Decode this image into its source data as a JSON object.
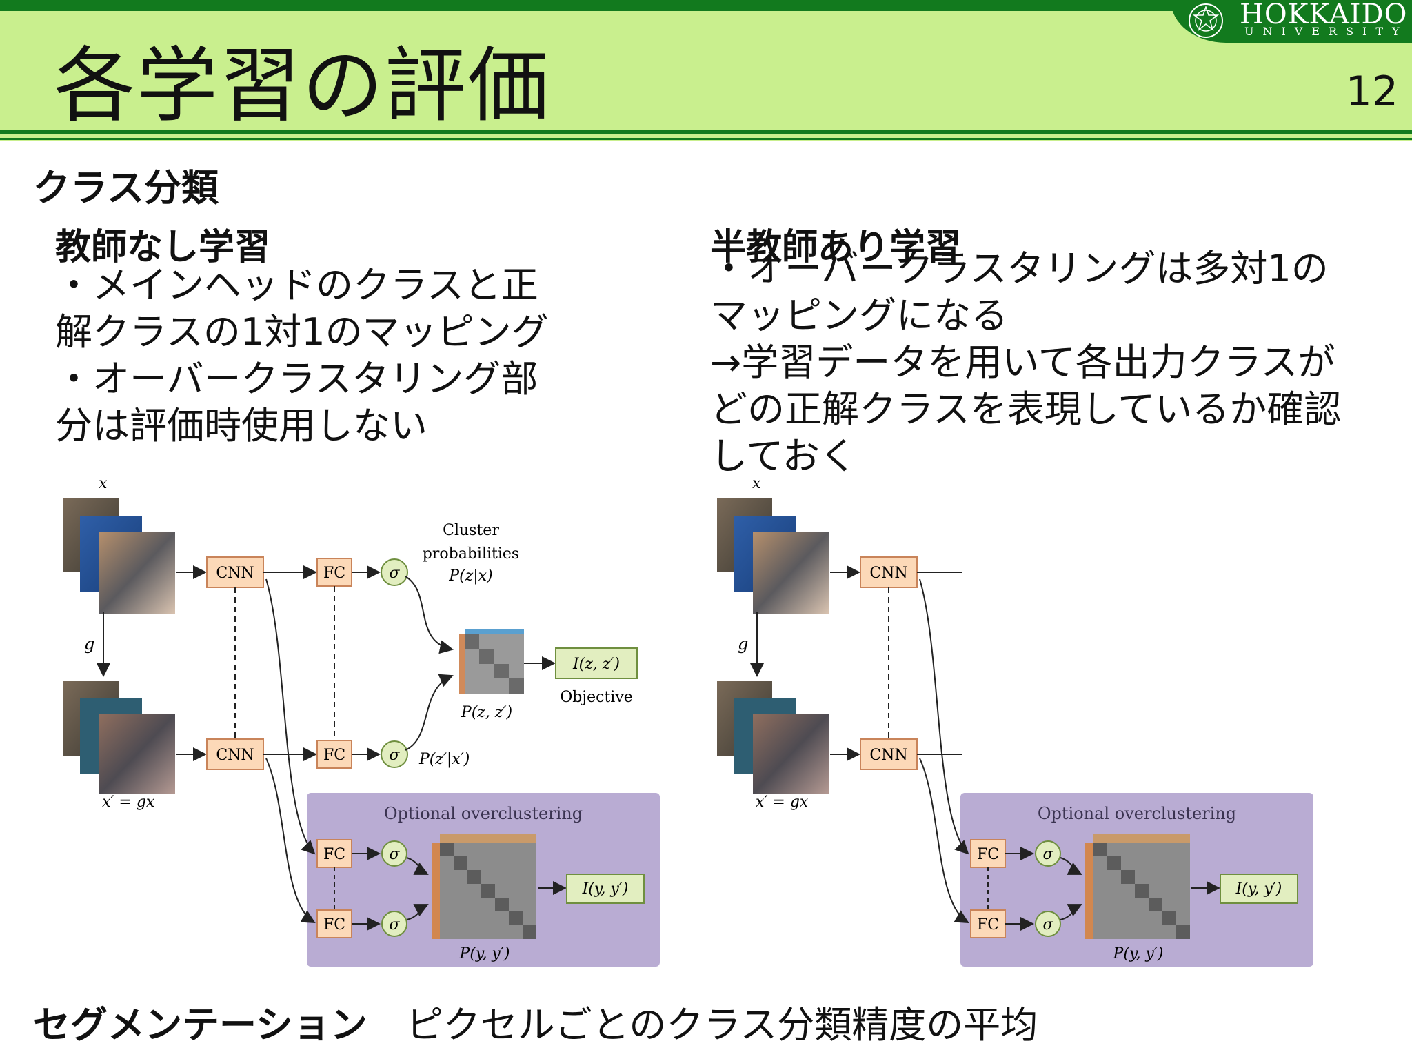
{
  "header": {
    "title": "各学習の評価",
    "page_number": "12",
    "logo": {
      "name": "HOKKAIDO",
      "sub": "UNIVERSITY"
    }
  },
  "section_title": "クラス分類",
  "left": {
    "heading": "教師なし学習",
    "lines": [
      "・メインヘッドのクラスと正",
      "解クラスの1対1のマッピング",
      "・オーバークラスタリング部",
      "分は評価時使用しない"
    ]
  },
  "right": {
    "heading": "半教師あり学習",
    "lines": [
      "・オーバークラスタリングは多対1の",
      "マッピングになる",
      "→学習データを用いて各出力クラスが",
      "どの正解クラスを表現しているか確認",
      "しておく"
    ]
  },
  "diagram": {
    "x_label": "x",
    "g_label": "g",
    "xprime_label": "x′ = gx",
    "cnn_label": "CNN",
    "fc_label": "FC",
    "sigma_label": "σ",
    "cluster_label_1": "Cluster",
    "cluster_label_2": "probabilities",
    "cluster_label_3": "P(z|x)",
    "pzz_label": "P(z, z′)",
    "objective_label": "Objective",
    "izz_label": "I(z, z′)",
    "pzx_label": "P(z′|x′)",
    "overcluster_title": "Optional overclustering",
    "iyy_label": "I(y, y′)",
    "pyy_label": "P(y, y′)"
  },
  "bottom": {
    "label": "セグメンテーション",
    "text": "ピクセルごとのクラス分類精度の平均"
  },
  "colors": {
    "header_bg": "#c9ef8e",
    "header_green": "#127a1e",
    "box_orange": "#fcd9b8",
    "box_green": "#e2eec0",
    "overcluster_bg": "#b9acd3"
  }
}
